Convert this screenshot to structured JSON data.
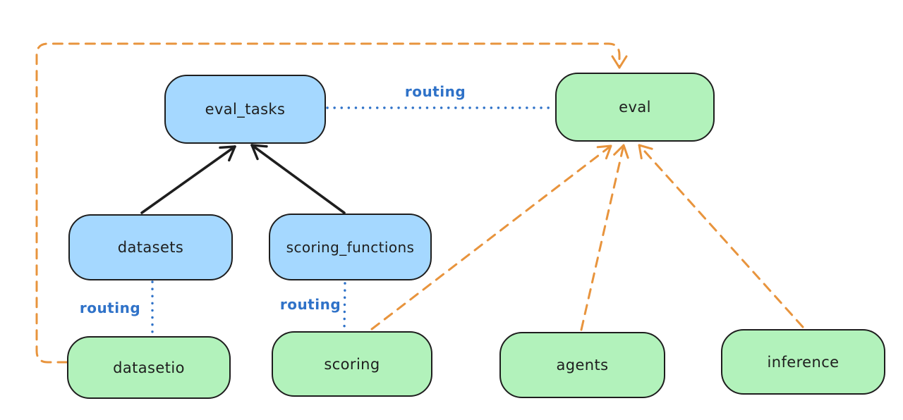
{
  "diagram": {
    "kind": "architecture-graph",
    "background": "#ffffff",
    "colors": {
      "api_node_fill": "#a5d8ff",
      "provider_node_fill": "#b2f2bb",
      "node_border": "#1e1e1e",
      "routing_blue": "#2f72c8",
      "dependency_orange": "#e8943d",
      "arrow_black": "#1e1e1e"
    },
    "nodes": [
      {
        "id": "eval_tasks",
        "label": "eval_tasks",
        "kind": "blue"
      },
      {
        "id": "eval",
        "label": "eval",
        "kind": "green"
      },
      {
        "id": "datasets",
        "label": "datasets",
        "kind": "blue"
      },
      {
        "id": "scoring_functions",
        "label": "scoring_functions",
        "kind": "blue"
      },
      {
        "id": "datasetio",
        "label": "datasetio",
        "kind": "green"
      },
      {
        "id": "scoring",
        "label": "scoring",
        "kind": "green"
      },
      {
        "id": "agents",
        "label": "agents",
        "kind": "green"
      },
      {
        "id": "inference",
        "label": "inference",
        "kind": "green"
      }
    ],
    "edges": [
      {
        "from": "datasets",
        "to": "eval_tasks",
        "style": "solid-arrow",
        "color": "black"
      },
      {
        "from": "scoring_functions",
        "to": "eval_tasks",
        "style": "solid-arrow",
        "color": "black"
      },
      {
        "from": "eval_tasks",
        "to": "eval",
        "style": "dotted",
        "color": "blue",
        "label": "routing"
      },
      {
        "from": "datasets",
        "to": "datasetio",
        "style": "dotted",
        "color": "blue",
        "label": "routing"
      },
      {
        "from": "scoring_functions",
        "to": "scoring",
        "style": "dotted",
        "color": "blue",
        "label": "routing"
      },
      {
        "from": "scoring",
        "to": "eval",
        "style": "dashed-arrow",
        "color": "orange"
      },
      {
        "from": "agents",
        "to": "eval",
        "style": "dashed-arrow",
        "color": "orange"
      },
      {
        "from": "inference",
        "to": "eval",
        "style": "dashed-arrow",
        "color": "orange"
      },
      {
        "from": "datasetio",
        "to": "eval",
        "style": "dashed-arrow",
        "color": "orange",
        "route": "around-left-and-top"
      }
    ]
  }
}
